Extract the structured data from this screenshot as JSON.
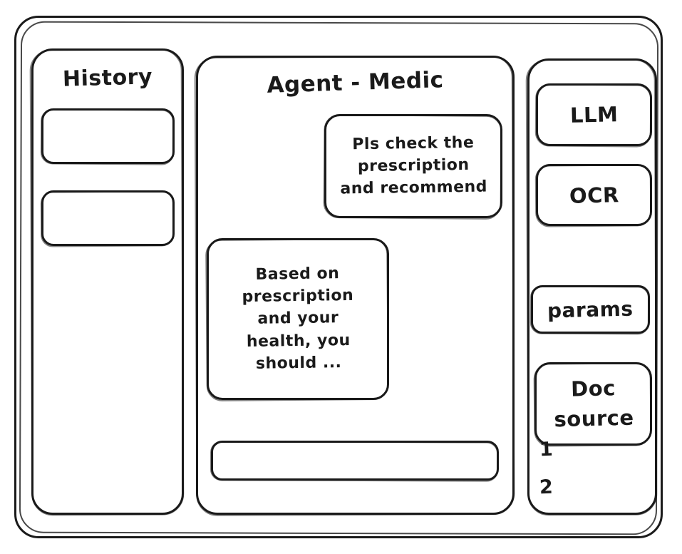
{
  "window": {
    "name": "agent-medic-wireframe"
  },
  "sidebar": {
    "title": "History",
    "items": [
      {
        "label": ""
      },
      {
        "label": ""
      }
    ]
  },
  "main": {
    "title": "Agent - Medic",
    "messages": [
      {
        "role": "user",
        "text": "Pls check the\nprescription\nand recommend"
      },
      {
        "role": "assistant",
        "text": "Based on\nprescription\nand your\nhealth, you\nshould ..."
      }
    ],
    "composer": {
      "value": "",
      "placeholder": ""
    }
  },
  "tools": {
    "buttons": [
      {
        "label": "LLM"
      },
      {
        "label": "OCR"
      },
      {
        "label": "params"
      }
    ],
    "doc_source": {
      "label": "Doc\nsource",
      "refs": [
        "1",
        "2"
      ]
    }
  },
  "colors": {
    "ink": "#1a1a1a",
    "paper": "#ffffff"
  }
}
